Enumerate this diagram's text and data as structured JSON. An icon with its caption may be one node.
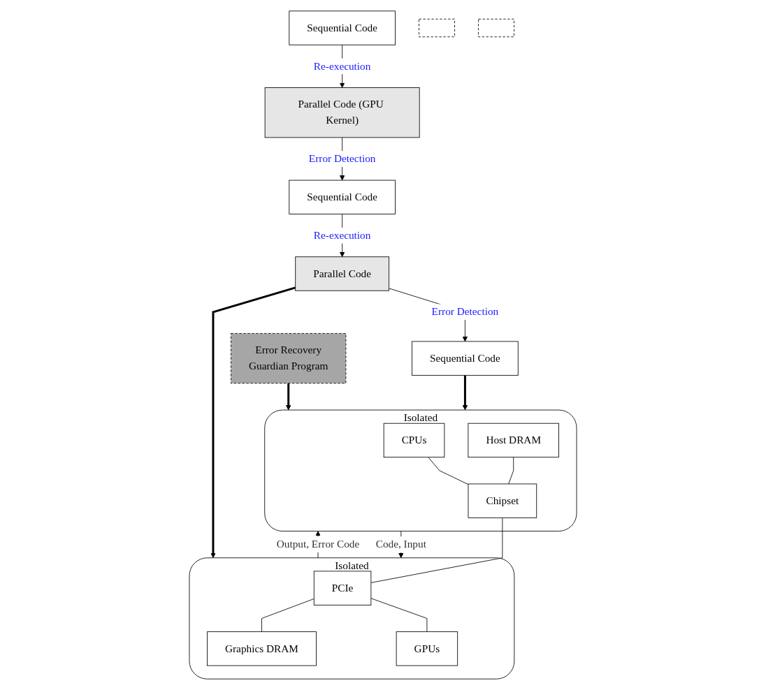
{
  "diagram": {
    "nodes": [
      {
        "text": [
          "Sequential Code"
        ]
      },
      {
        "text": [],
        "shape": "box"
      },
      {
        "text": [
          "Parallel Code (GPU Kernel)"
        ]
      },
      {
        "text": [
          "Sequential Code"
        ]
      },
      {
        "text": [],
        "shape": "box"
      },
      {
        "text": [
          "Parallel Code"
        ]
      },
      {
        "text": [
          "Sequential Code"
        ]
      },
      {
        "text": [
          "Error Recovery",
          "Guardian Program"
        ]
      },
      {
        "text": [
          "Isolated"
        ]
      },
      {
        "text": [
          "CPUs"
        ],
        "in": 8
      },
      {
        "text": [
          "Chipset"
        ],
        "in": 8
      },
      {
        "text": [
          "Host DRAM"
        ],
        "in": 8
      },
      {
        "text": [
          "Isolated"
        ]
      },
      {
        "text": [
          "PCIe"
        ],
        "in": 12
      },
      {
        "text": [
          "GPUs"
        ],
        "in": 12
      },
      {
        "text": [
          "Graphics DRAM"
        ],
        "in": 12
      }
    ],
    "edges": [
      {
        "from": 0,
        "to": 2,
        "arrow": "to",
        "label": "Re-execution"
      },
      {
        "from": 2,
        "to": 3,
        "arrow": "to",
        "label": "Error Detection"
      },
      {
        "from": 3,
        "to": 5,
        "arrow": "to",
        "label": "Re-execution"
      },
      {
        "from": 5,
        "to": 6,
        "arrow": "to",
        "label": "Error Detection"
      },
      {
        "from": 7,
        "to": 8,
        "arrow": "to",
        "style": "thick"
      },
      {
        "from": 6,
        "to": 8,
        "arrow": "to",
        "style": "thick"
      },
      {
        "from": 5,
        "to": 12,
        "arrow": "to",
        "style": "thick"
      },
      {
        "from": 9,
        "to": 10,
        "arrow": "none"
      },
      {
        "from": 11,
        "to": 10,
        "arrow": "none"
      },
      {
        "from": 10,
        "to": 13,
        "arrow": "none"
      },
      {
        "from": 13,
        "to": 14,
        "arrow": "none"
      },
      {
        "from": 13,
        "to": 15,
        "arrow": "none"
      },
      {
        "from": 8,
        "to": 12,
        "arrow": "to",
        "label": "Code, Input"
      },
      {
        "from": 12,
        "to": 8,
        "arrow": "to",
        "label": "Output, Error Code"
      }
    ]
  }
}
